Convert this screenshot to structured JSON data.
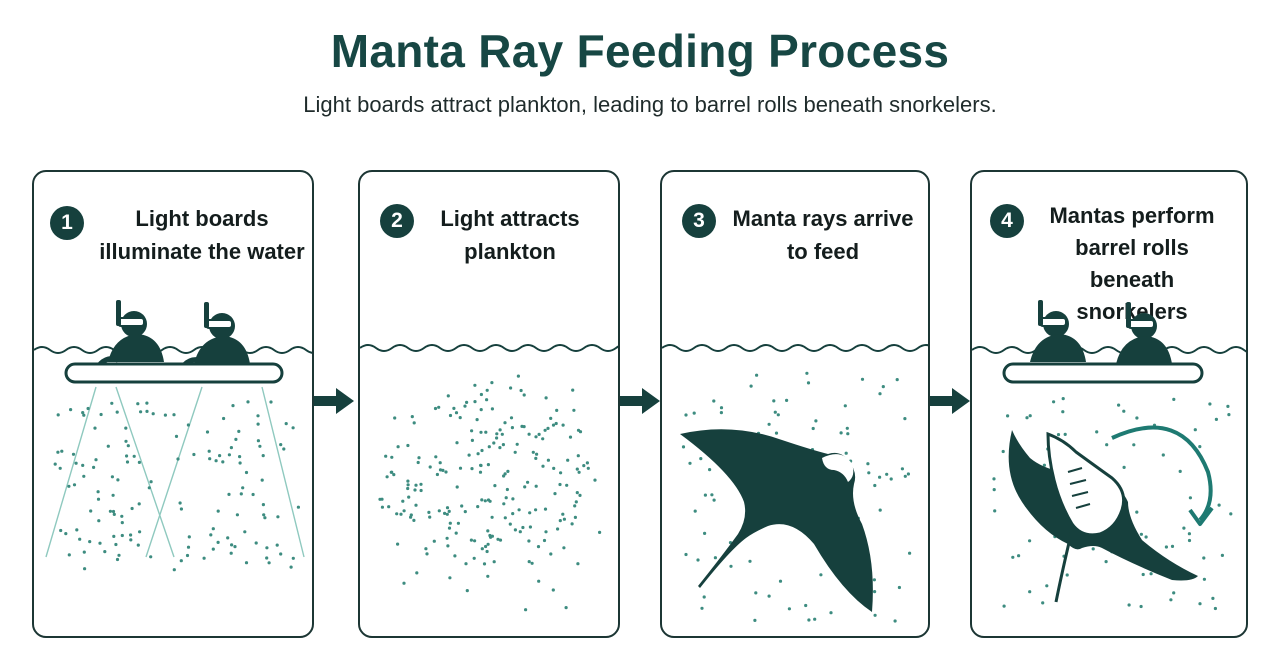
{
  "header": {
    "title": "Manta Ray Feeding Process",
    "subtitle": "Light boards attract plankton, leading to barrel rolls beneath snorkelers."
  },
  "steps": [
    {
      "number": "1",
      "title": "Light boards illuminate the water"
    },
    {
      "number": "2",
      "title": "Light attracts plankton"
    },
    {
      "number": "3",
      "title": "Manta rays arrive to feed"
    },
    {
      "number": "4",
      "title": "Mantas perform barrel rolls beneath snorkelers"
    }
  ],
  "colors": {
    "primary": "#16403d",
    "plankton": "#3d8c80",
    "light_beam": "#8fc9bf",
    "arrow": "#1e7a72"
  }
}
